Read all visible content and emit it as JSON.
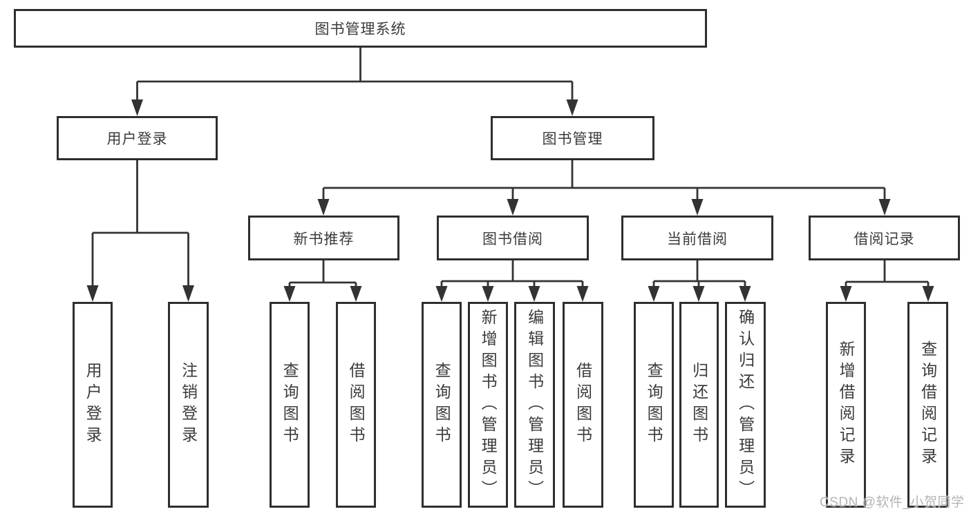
{
  "tree": {
    "label": "图书管理系统",
    "children": [
      {
        "label": "用户登录",
        "children": [
          {
            "label": "用户登录"
          },
          {
            "label": "注销登录"
          }
        ]
      },
      {
        "label": "图书管理",
        "children": [
          {
            "label": "新书推荐",
            "children": [
              {
                "label": "查询图书"
              },
              {
                "label": "借阅图书"
              }
            ]
          },
          {
            "label": "图书借阅",
            "children": [
              {
                "label": "查询图书"
              },
              {
                "label": "新增图书（管理员）"
              },
              {
                "label": "编辑图书（管理员）"
              },
              {
                "label": "借阅图书"
              }
            ]
          },
          {
            "label": "当前借阅",
            "children": [
              {
                "label": "查询图书"
              },
              {
                "label": "归还图书"
              },
              {
                "label": "确认归还（管理员）"
              }
            ]
          },
          {
            "label": "借阅记录",
            "children": [
              {
                "label": "新增借阅记录"
              },
              {
                "label": "查询借阅记录"
              }
            ]
          }
        ]
      }
    ]
  },
  "colors": {
    "line": "#333333",
    "border": "#2e2e2e",
    "text": "#3b3b3b",
    "watermark": "#b4b4b4"
  },
  "watermark": {
    "text": "CSDN @软件_小贺同学"
  }
}
